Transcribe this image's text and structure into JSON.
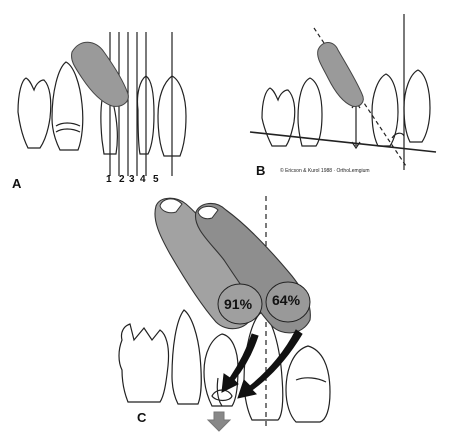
{
  "panels": {
    "A": {
      "label": "A",
      "zones": [
        "1",
        "2",
        "3",
        "4",
        "5"
      ]
    },
    "B": {
      "label": "B",
      "credit": "© Ericson & Kurol 1988 · OrthoLemgium"
    },
    "C": {
      "label": "C",
      "percentages": [
        "91%",
        "64%"
      ]
    }
  },
  "colors": {
    "line": "#222222",
    "canine_fill": "#9a9a9a",
    "background": "#ffffff",
    "arrow": "#111111",
    "down_arrow": "#888888"
  }
}
